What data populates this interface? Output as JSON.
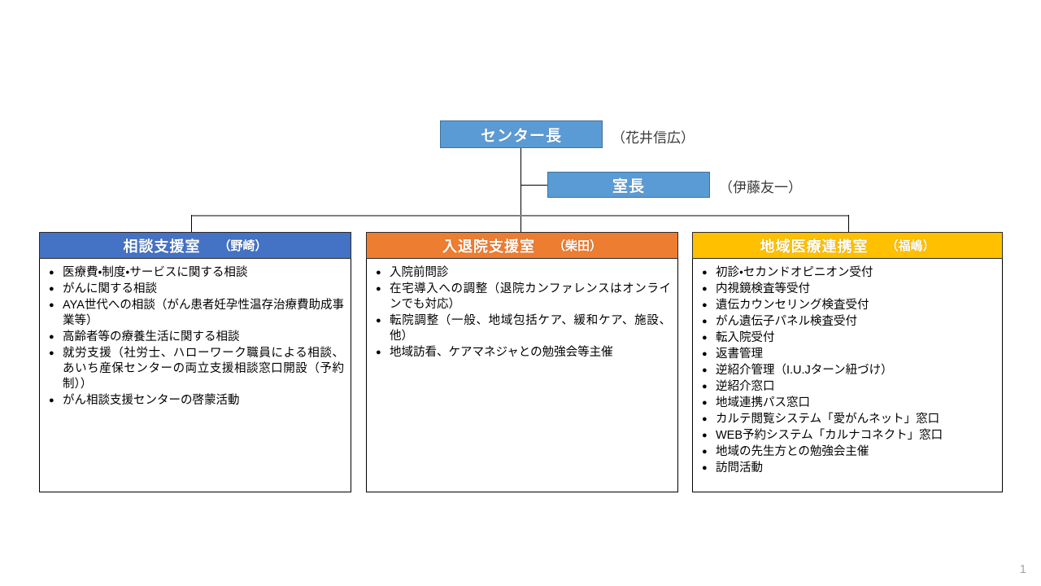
{
  "chart_type": "organization-chart",
  "colors": {
    "top_box_fill": "#5B9BD5",
    "top_box_border": "#41719C",
    "consult_header": "#4472C4",
    "admit_header": "#ED7D31",
    "regional_header": "#FFC000",
    "connector": "#000000",
    "bus": "#808080",
    "page_number": "#A6A6A6"
  },
  "hierarchy": {
    "center_director": {
      "title": "センター長",
      "person": "（花井信広）"
    },
    "room_chief": {
      "title": "室長",
      "person": "（伊藤友一）"
    }
  },
  "departments": [
    {
      "id": "consult",
      "title": "相談支援室",
      "lead": "（野崎）",
      "bullet": "●",
      "items": [
        "医療費・制度・サービスに関する相談",
        "がんに関する相談",
        "AYA世代への相談（がん患者妊孕性温存治療費助成事業等）",
        "高齢者等の療養生活に関する相談",
        "就労支援（社労士、ハローワーク職員による相談、あいち産保センターの両立支援相談窓口開設（予約制））",
        "がん相談支援センターの啓蒙活動"
      ]
    },
    {
      "id": "admit",
      "title": "入退院支援室",
      "lead": "（柴田）",
      "bullet": "●",
      "items": [
        "入院前問診",
        "在宅導入への調整（退院カンファレンスはオンラインでも対応）",
        "転院調整（一般、地域包括ケア、緩和ケア、施設、他）",
        "地域訪看、ケアマネジャとの勉強会等主催"
      ]
    },
    {
      "id": "regional",
      "title": "地域医療連携室",
      "lead": "（福嶋）",
      "bullet": "●",
      "items": [
        "初診・セカンドオピニオン受付",
        "内視鏡検査等受付",
        "遺伝カウンセリング検査受付",
        "がん遺伝子パネル検査受付",
        "転入院受付",
        "返書管理",
        "逆紹介管理（I.U.Jターン紐づけ）",
        "逆紹介窓口",
        "地域連携パス窓口",
        "カルテ閲覧システム「愛がんネット」窓口",
        "WEB予約システム「カルナコネクト」窓口",
        "地域の先生方との勉強会主催",
        "訪問活動"
      ]
    }
  ],
  "page_number": "1"
}
